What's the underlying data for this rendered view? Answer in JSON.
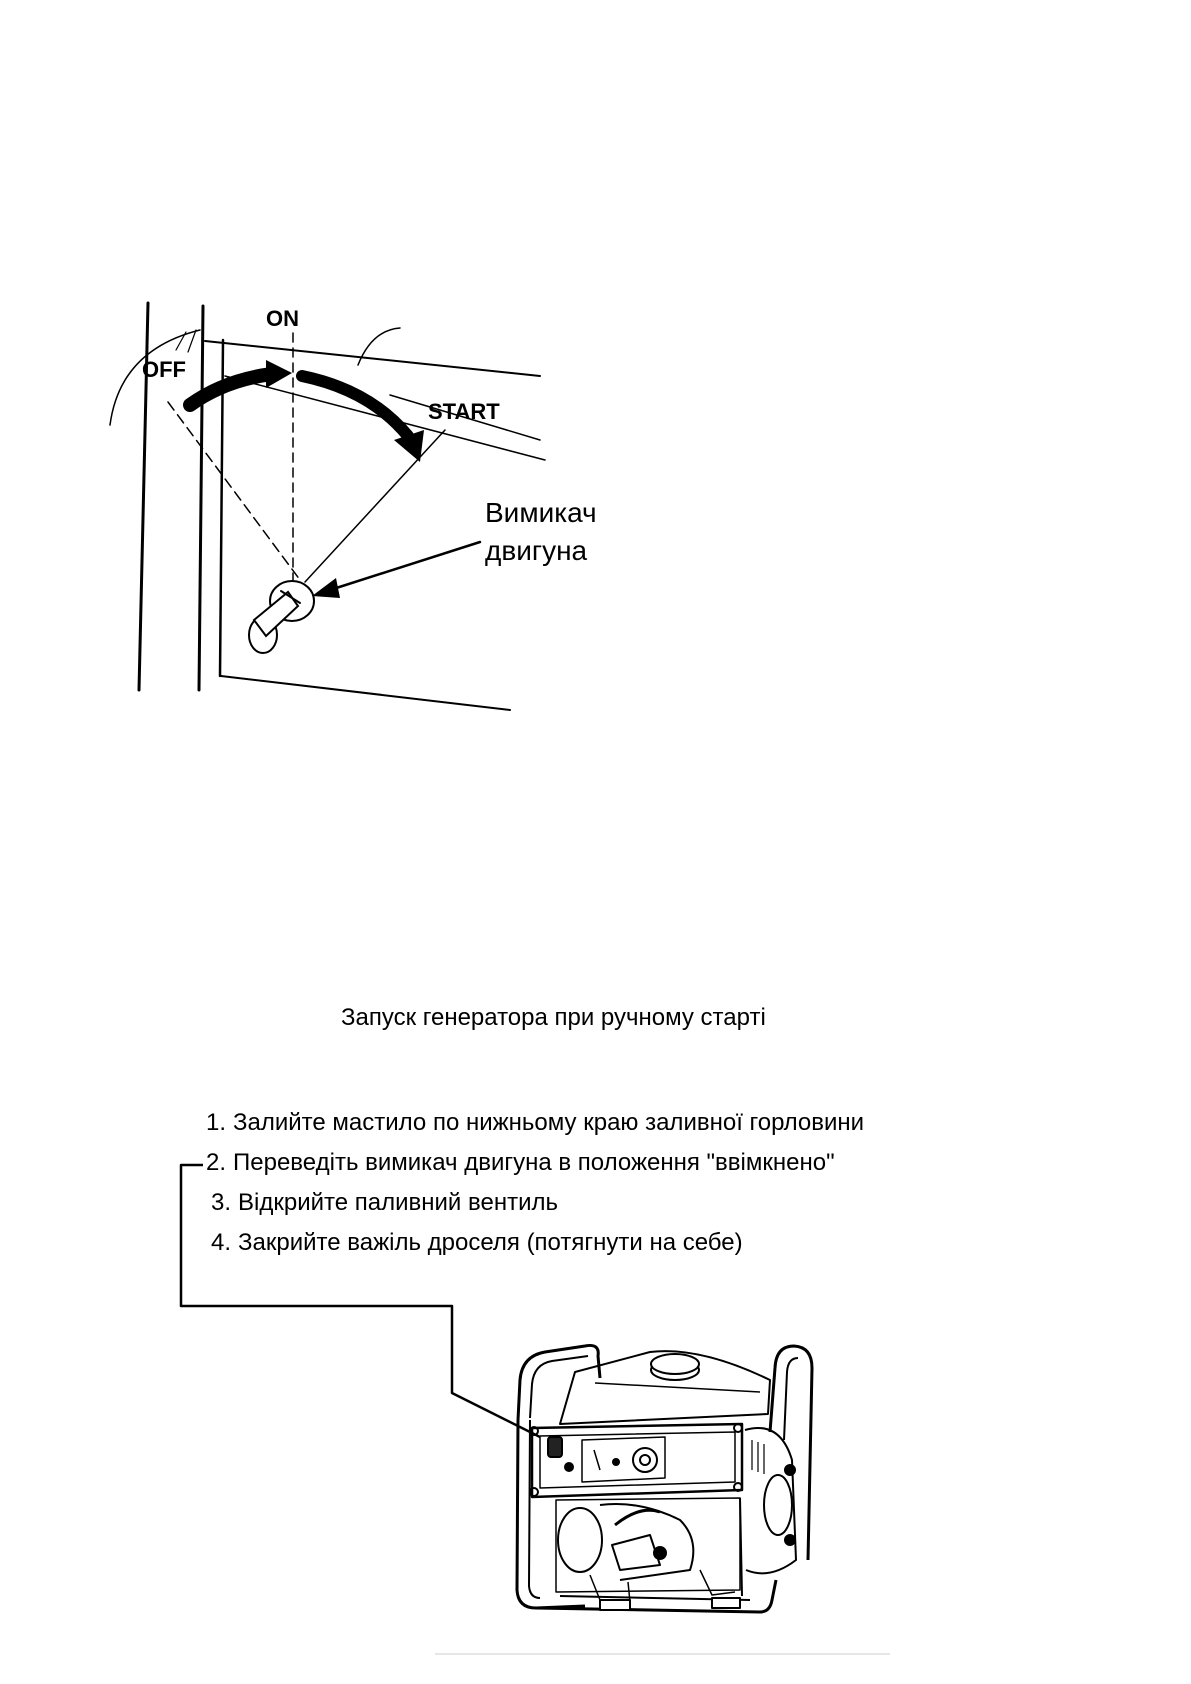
{
  "switch_diagram": {
    "positions": [
      "OFF",
      "ON",
      "START"
    ],
    "callout_lines": [
      "Вимикач",
      "двигуна"
    ]
  },
  "section": {
    "title": "Запуск генератора при ручному старті"
  },
  "steps": [
    {
      "num": "1.",
      "text": "Залийте мастило по нижньому краю заливної  горловини"
    },
    {
      "num": "2.",
      "text": "Переведіть вимикач двигуна в положення \"ввімкнено\""
    },
    {
      "num": "3.",
      "text": "Відкрийте паливний вентиль"
    },
    {
      "num": "4.",
      "text": "Закрийте важіль дроселя (потягнути на себе)"
    }
  ]
}
